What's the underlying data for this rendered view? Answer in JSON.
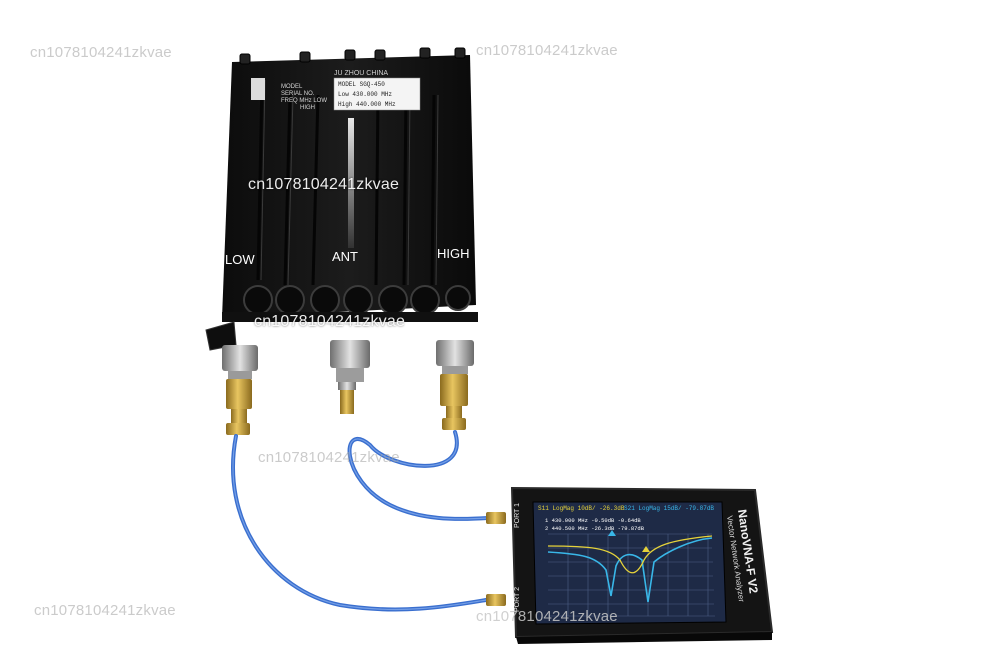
{
  "duplexer": {
    "label_lines": [
      "MODEL",
      "SERIAL NO.",
      "FREQ MHz LOW",
      "HIGH"
    ],
    "model_line": "MODEL  SGQ-450",
    "low_line": "Low   430.000 MHz",
    "high_line": "High  440.000 MHz",
    "maker_text": "JU ZHOU CHINA",
    "port_low": "LOW",
    "port_ant": "ANT",
    "port_high": "HIGH"
  },
  "analyzer": {
    "brand": "NanoVNA-F V2",
    "subtitle": "Vector Network Analyzer",
    "port1_label": "PORT 1",
    "port2_label": "PORT 2",
    "s11_header": "S11 LogMag 10dB/ -26.3dB",
    "s21_header": "S21 LogMag 15dB/ -79.87dB",
    "marker1_line": "1  430.000 MHz  -0.50dB  -0.64dB",
    "marker2_line": "2  440.500 MHz  -26.3dB  -79.87dB"
  },
  "watermarks": [
    "cn1078104241zkvae",
    "cn1078104241zkvae",
    "cn1078104241zkvae",
    "cn1078104241zkvae",
    "cn1078104241zkvae",
    "cn1078104241zkvae",
    "cn1078104241zkvae"
  ],
  "colors": {
    "body": "#151515",
    "cable": "#3a6fcf",
    "gold": "#c9a13b",
    "screen_bg": "#1e2a46",
    "trace_cyan": "#39b7e8",
    "trace_yellow": "#e6d33a"
  }
}
